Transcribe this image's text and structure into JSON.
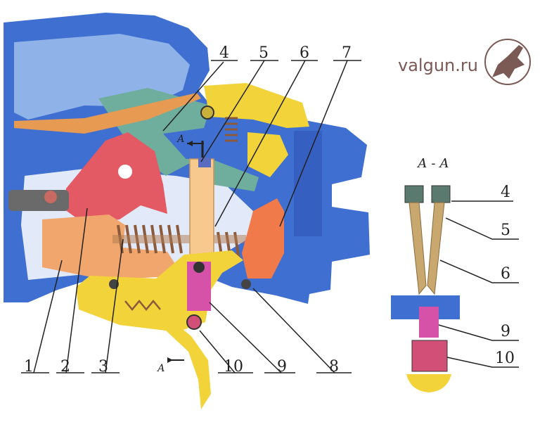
{
  "watermark": {
    "text": "valgun.ru"
  },
  "section_title": "А - А",
  "section_arrow_label": "А",
  "callouts_main": [
    "1",
    "2",
    "3",
    "4",
    "5",
    "6",
    "7",
    "8",
    "9",
    "10"
  ],
  "callouts_section": [
    "4",
    "5",
    "6",
    "9",
    "10"
  ],
  "colors": {
    "frame": "#3f6fd0",
    "frame_light": "#8fb2e8",
    "spring_parts": "#6fae9c",
    "hammer": "#e45a64",
    "sear": "#f0a66d",
    "trigger": "#f2d43a",
    "orange_part": "#f07a4a",
    "bar": "#f7c98f",
    "magenta": "#d652a8",
    "leader": "#222222"
  }
}
